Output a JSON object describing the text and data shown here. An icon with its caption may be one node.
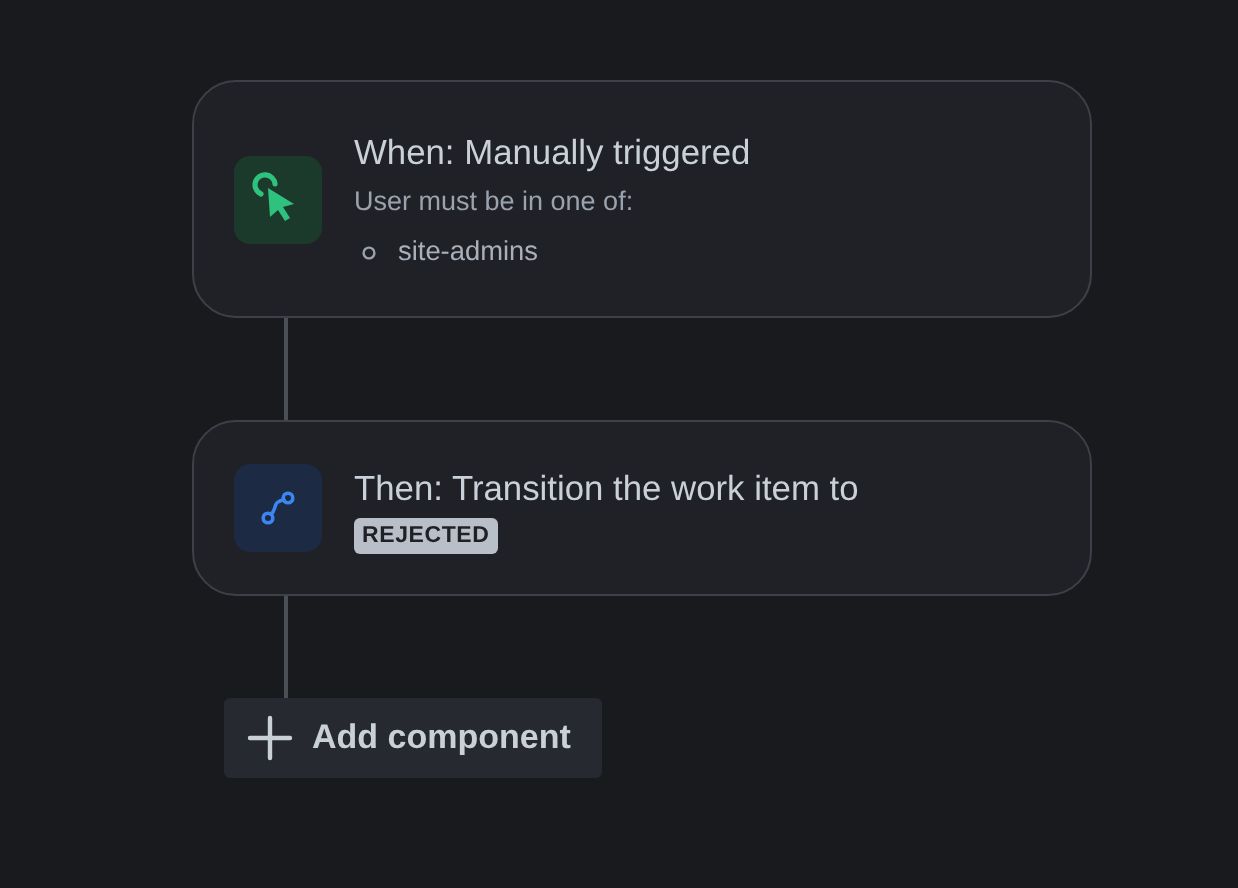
{
  "diagram": {
    "nodes": [
      {
        "text": [
          "When: Manually triggered",
          "User must be in one of:",
          "site-admins"
        ]
      },
      {
        "text": [
          "Then: Transition the work item to",
          "REJECTED"
        ]
      },
      {
        "text": [
          "Add component"
        ]
      }
    ],
    "edges": [
      {
        "from": 0,
        "to": 1,
        "arrow": "none"
      },
      {
        "from": 1,
        "to": 2,
        "arrow": "none"
      }
    ]
  }
}
